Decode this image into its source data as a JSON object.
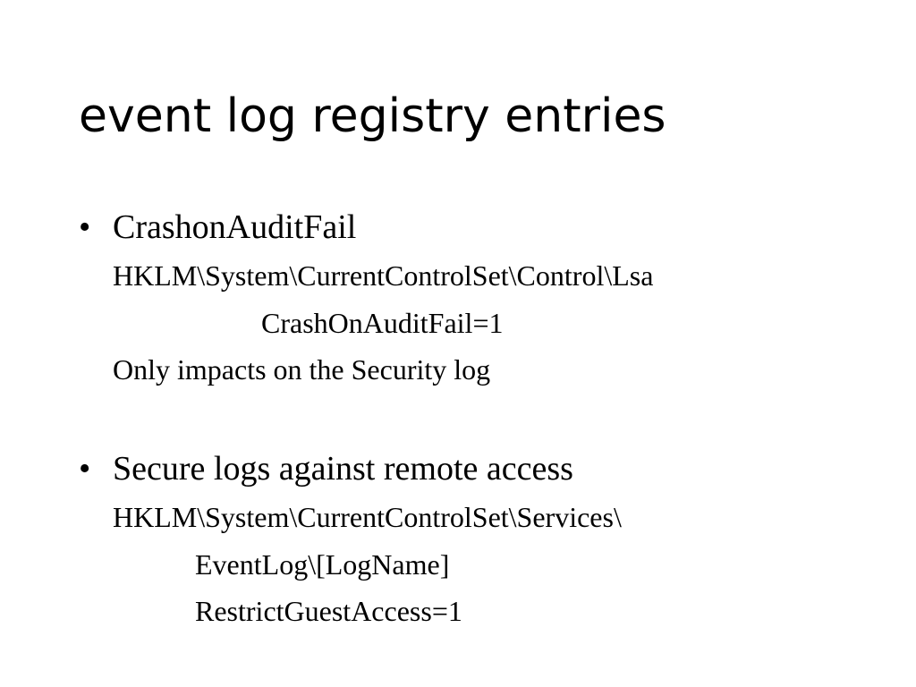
{
  "slide": {
    "title": "event log registry entries",
    "bullet_glyph": "•",
    "bullets": [
      {
        "heading": "CrashonAuditFail",
        "lines": [
          "HKLM\\System\\CurrentControlSet\\Control\\Lsa",
          "CrashOnAuditFail=1",
          "Only impacts on the Security log"
        ]
      },
      {
        "heading": "Secure logs against remote access",
        "lines": [
          "HKLM\\System\\CurrentControlSet\\Services\\",
          "EventLog\\[LogName]",
          "RestrictGuestAccess=1"
        ]
      }
    ]
  }
}
